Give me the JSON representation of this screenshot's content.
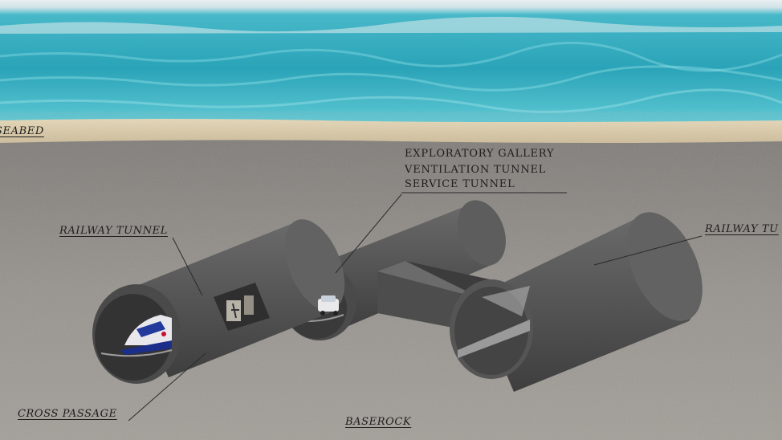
{
  "labels": {
    "seabed": "SEABED",
    "railway_tunnel_left": "RAILWAY TUNNEL",
    "railway_tunnel_right": "RAILWAY TU",
    "exploratory_gallery": "EXPLORATORY GALLERY",
    "ventilation_tunnel": "VENTILATION TUNNEL",
    "service_tunnel": "SERVICE TUNNEL",
    "cross_passage": "CROSS PASSAGE",
    "baserock": "BASEROCK"
  },
  "colors": {
    "sea_deep": "#1f8fa6",
    "sea_light": "#4fc3d2",
    "sky": "#dfe4e6",
    "sand": "#e0cfae",
    "rock": "#8f8c88",
    "tunnel": "#555555",
    "tunnel_dark": "#3f3f3f",
    "train_blue": "#1b2f8a"
  }
}
